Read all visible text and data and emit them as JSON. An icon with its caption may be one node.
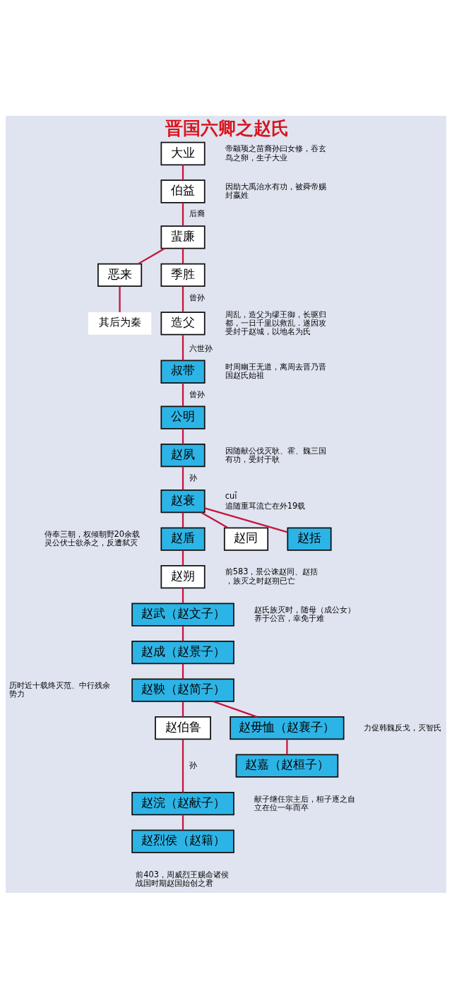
{
  "diagram": {
    "title": "晋国六卿之赵氏",
    "nodes": [
      {
        "text": [
          "大业"
        ],
        "beside": [
          "帝颛顼之苗裔孙曰女修，吞玄鸟之卵，生子大业"
        ]
      },
      {
        "text": [
          "伯益"
        ],
        "beside": [
          "因助大禹治水有功，被舜帝赐封嬴姓"
        ]
      },
      {
        "text": [
          "蜚廉"
        ]
      },
      {
        "text": [
          "恶来"
        ]
      },
      {
        "text": [
          "季胜"
        ]
      },
      {
        "text": [
          "造父"
        ],
        "beside": [
          "周乱，造父为缪王御，长驱归都，一日千里以救乱．遂因攻受封于赵城，以地名为氏"
        ]
      },
      {
        "text": [
          "叔带"
        ],
        "beside": [
          "时周幽王无道，离周去晋乃晋国赵氏始祖"
        ]
      },
      {
        "text": [
          "公明"
        ]
      },
      {
        "text": [
          "赵夙"
        ],
        "beside": [
          "因随献公伐灭耿、霍、魏三国有功，受封于耿"
        ]
      },
      {
        "text": [
          "赵衰"
        ],
        "beside": [
          "cuī",
          "追随重耳流亡在外19载"
        ]
      },
      {
        "text": [
          "赵盾"
        ],
        "beside": [
          "侍奉三朝，权倾朝野20余载灵公伏士欲杀之，反遭弑灭"
        ]
      },
      {
        "text": [
          "赵同"
        ]
      },
      {
        "text": [
          "赵括"
        ]
      },
      {
        "text": [
          "赵朔"
        ],
        "beside": [
          "前583，景公诛赵同、赵括，族灭之时赵朔已亡"
        ]
      },
      {
        "text": [
          "赵武（赵文子）"
        ],
        "beside": [
          "赵氏族灭时，随母（成公女）养于公宫，幸免于难"
        ]
      },
      {
        "text": [
          "赵成（赵景子）"
        ]
      },
      {
        "text": [
          "赵鞅（赵简子）"
        ],
        "beside": [
          "历时近十载终灭范、中行残余势力"
        ]
      },
      {
        "text": [
          "赵伯鲁"
        ]
      },
      {
        "text": [
          "赵毋恤（赵襄子）"
        ],
        "beside": [
          "力促韩魏反戈，灭智氏"
        ]
      },
      {
        "text": [
          "赵嘉（赵桓子）"
        ]
      },
      {
        "text": [
          "赵浣（赵献子）"
        ],
        "beside": [
          "献子继任宗主后，桓子逐之自立在位一年而卒"
        ]
      },
      {
        "text": [
          "赵烈侯（赵籍）"
        ],
        "beside": [
          "前403，周威烈王赐命诸侯战国时期赵国始创之君"
        ]
      },
      {
        "text": [
          "其后为秦"
        ]
      }
    ],
    "edges": [
      {
        "from": 0,
        "to": 1,
        "arrow": "none"
      },
      {
        "from": 1,
        "to": 2,
        "arrow": "none",
        "label": "后裔"
      },
      {
        "from": 2,
        "to": 3,
        "arrow": "none"
      },
      {
        "from": 2,
        "to": 4,
        "arrow": "none"
      },
      {
        "from": 3,
        "to": 22,
        "arrow": "none"
      },
      {
        "from": 4,
        "to": 5,
        "arrow": "none",
        "label": "曾孙"
      },
      {
        "from": 5,
        "to": 6,
        "arrow": "none",
        "label": "六世孙"
      },
      {
        "from": 6,
        "to": 7,
        "arrow": "none",
        "label": "曾孙"
      },
      {
        "from": 7,
        "to": 8,
        "arrow": "none"
      },
      {
        "from": 8,
        "to": 9,
        "arrow": "none",
        "label": "孙"
      },
      {
        "from": 9,
        "to": 10,
        "arrow": "none"
      },
      {
        "from": 9,
        "to": 11,
        "arrow": "none"
      },
      {
        "from": 9,
        "to": 12,
        "arrow": "none"
      },
      {
        "from": 10,
        "to": 13,
        "arrow": "none"
      },
      {
        "from": 13,
        "to": 14,
        "arrow": "none"
      },
      {
        "from": 14,
        "to": 15,
        "arrow": "none"
      },
      {
        "from": 15,
        "to": 16,
        "arrow": "none"
      },
      {
        "from": 16,
        "to": 17,
        "arrow": "none"
      },
      {
        "from": 16,
        "to": 18,
        "arrow": "none"
      },
      {
        "from": 17,
        "to": 20,
        "arrow": "none",
        "label": "孙"
      },
      {
        "from": 18,
        "to": 19,
        "arrow": "none"
      },
      {
        "from": 20,
        "to": 21,
        "arrow": "none"
      }
    ]
  }
}
